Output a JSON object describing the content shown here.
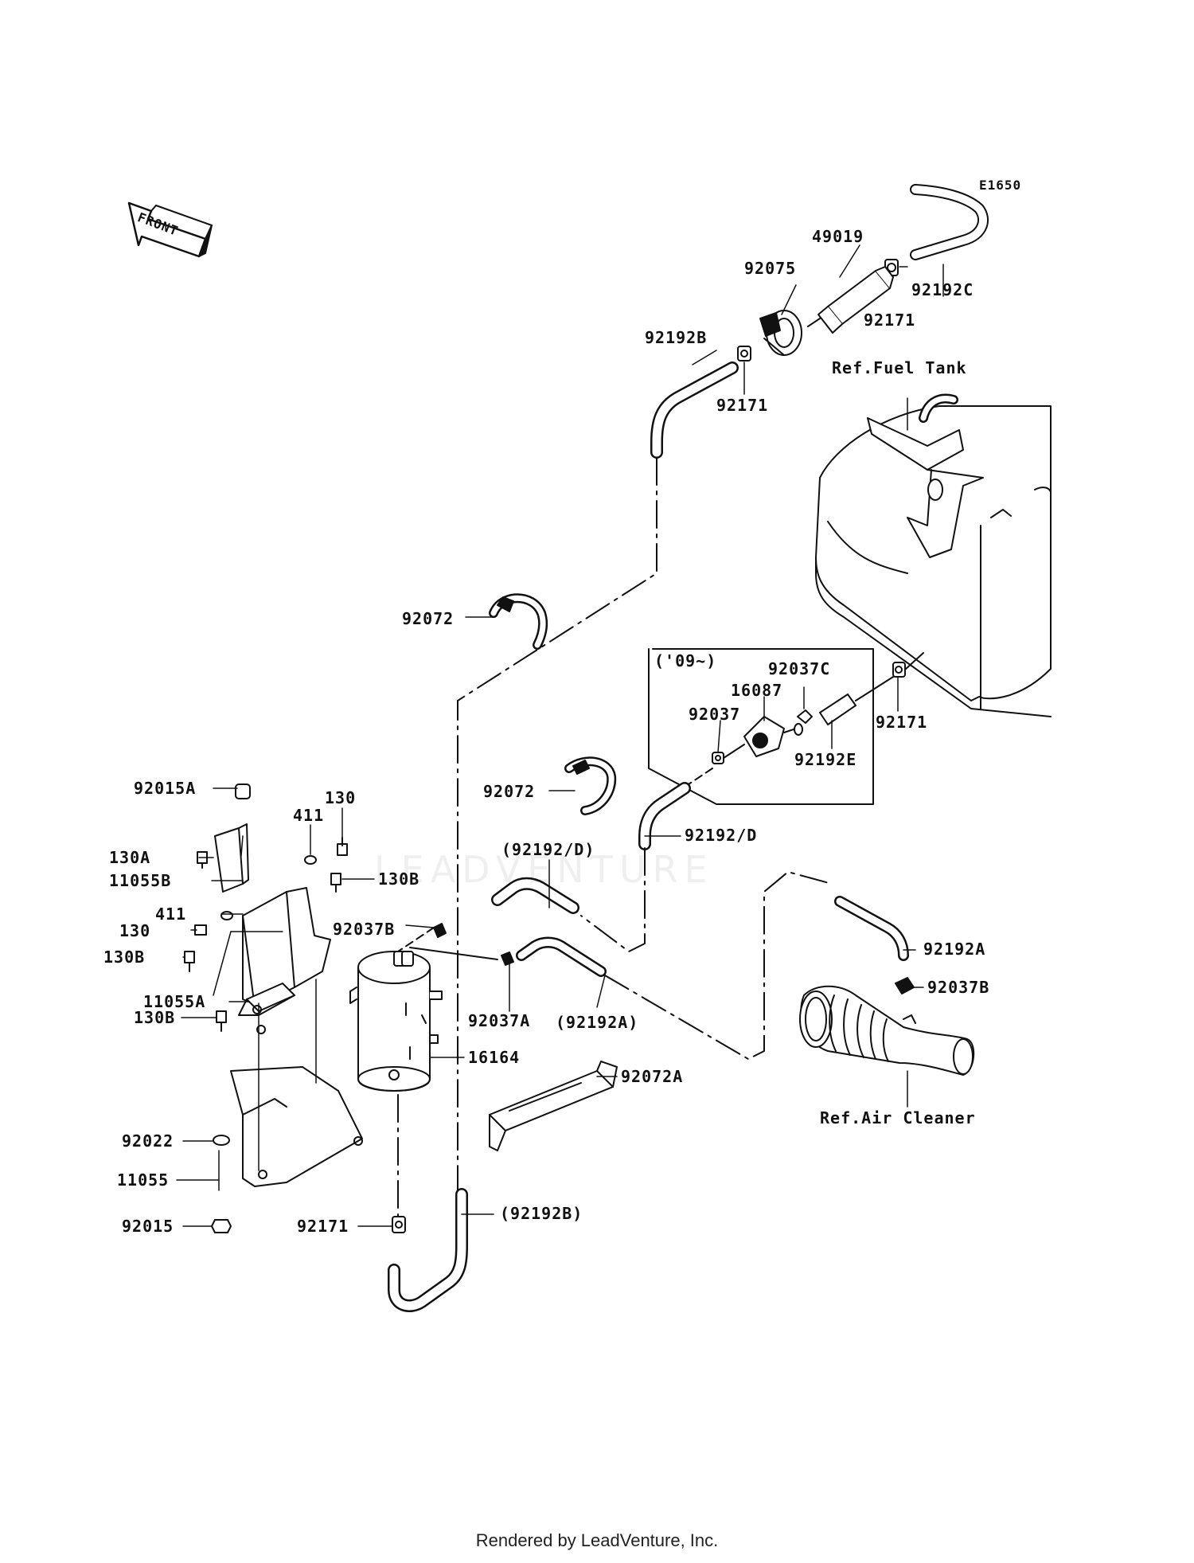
{
  "diagram": {
    "code": "E1650",
    "front_arrow": "FRONT",
    "parts": {
      "p49019": "49019",
      "p92075": "92075",
      "p92192C": "92192C",
      "p92171_top": "92171",
      "p92192B": "92192B",
      "p92171_left": "92171",
      "ref_fuel_tank": "Ref.Fuel Tank",
      "p92072_a": "92072",
      "year_note": "('09~)",
      "p92037C": "92037C",
      "p16087": "16087",
      "p92037": "92037",
      "p92192E": "92192E",
      "p92171_right": "92171",
      "p92072_b": "92072",
      "p92192D": "92192/D",
      "p92192D_paren": "(92192/D)",
      "p92015A": "92015A",
      "p130_top": "130",
      "p411_top": "411",
      "p130A": "130A",
      "p11055B": "11055B",
      "p130B_top": "130B",
      "p411_mid": "411",
      "p130_mid": "130",
      "p92037B_left": "92037B",
      "p130B_mid": "130B",
      "p11055A": "11055A",
      "p92037A": "92037A",
      "p92192A_paren": "(92192A)",
      "p92192A": "92192A",
      "p92037B_right": "92037B",
      "p16164": "16164",
      "p92072A": "92072A",
      "ref_air_cleaner": "Ref.Air Cleaner",
      "p130B_low": "130B",
      "p92022": "92022",
      "p11055": "11055",
      "p92015": "92015",
      "p92171_bottom": "92171",
      "p92192B_paren": "(92192B)"
    }
  },
  "watermark": "LEADVENTURE",
  "footer": "Rendered by LeadVenture, Inc."
}
